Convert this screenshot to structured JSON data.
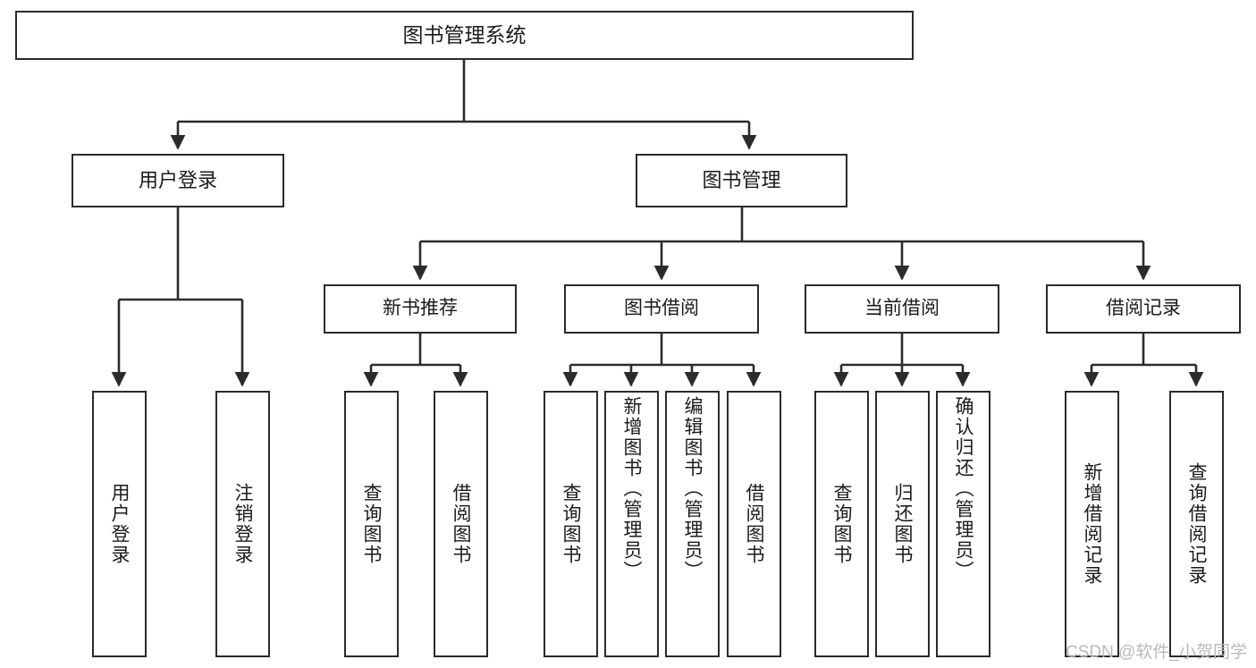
{
  "diagram": {
    "title": "图书管理系统",
    "type": "tree",
    "watermark": "CSDN @软件_小贺同学",
    "colors": {
      "background": "#ffffff",
      "box_border": "#2b2b2b",
      "box_fill": "#ffffff",
      "edge": "#2b2b2b",
      "text": "#1b1b1b",
      "watermark": "#b9b9b9"
    },
    "nodes": {
      "root": {
        "label": "图书管理系统"
      },
      "level2": [
        {
          "id": "user-login",
          "label": "用户登录"
        },
        {
          "id": "book-manage",
          "label": "图书管理"
        }
      ],
      "level3": [
        {
          "id": "new-book-recommend",
          "label": "新书推荐"
        },
        {
          "id": "book-borrow",
          "label": "图书借阅"
        },
        {
          "id": "current-borrow",
          "label": "当前借阅"
        },
        {
          "id": "borrow-record",
          "label": "借阅记录"
        }
      ],
      "leaves": {
        "user-login": [
          {
            "id": "leaf-user-login",
            "label": "用户登录"
          },
          {
            "id": "leaf-user-logout",
            "label": "注销登录"
          }
        ],
        "new-book-recommend": [
          {
            "id": "leaf-query-book-1",
            "label": "查询图书"
          },
          {
            "id": "leaf-borrow-book-1",
            "label": "借阅图书"
          }
        ],
        "book-borrow": [
          {
            "id": "leaf-query-book-2",
            "label": "查询图书"
          },
          {
            "id": "leaf-add-book",
            "label": "新增图书（管理员）"
          },
          {
            "id": "leaf-edit-book",
            "label": "编辑图书（管理员）"
          },
          {
            "id": "leaf-borrow-book-2",
            "label": "借阅图书"
          }
        ],
        "current-borrow": [
          {
            "id": "leaf-query-book-3",
            "label": "查询图书"
          },
          {
            "id": "leaf-return-book",
            "label": "归还图书"
          },
          {
            "id": "leaf-confirm-return",
            "label": "确认归还（管理员）"
          }
        ],
        "borrow-record": [
          {
            "id": "leaf-add-record",
            "label": "新增借阅记录"
          },
          {
            "id": "leaf-query-record",
            "label": "查询借阅记录"
          }
        ]
      }
    }
  }
}
